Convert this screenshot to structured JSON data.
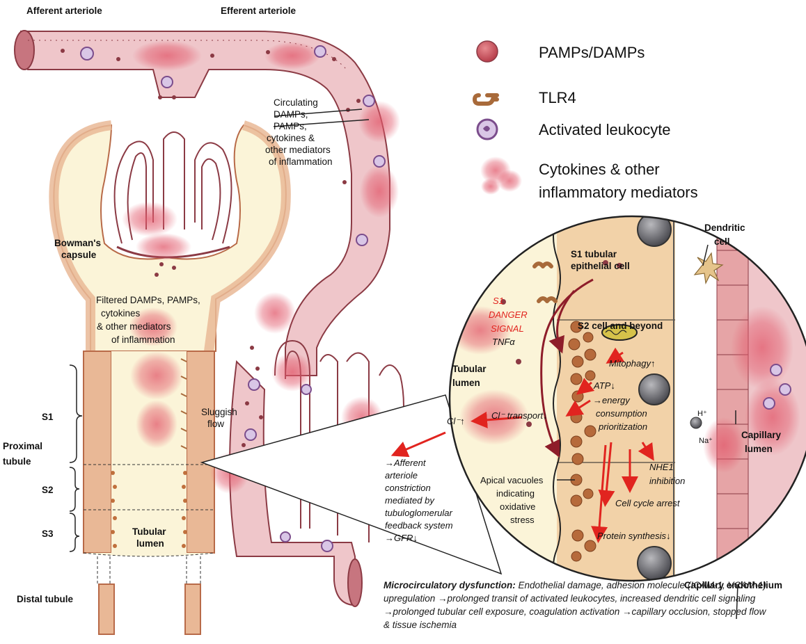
{
  "colors": {
    "vessel": "#efc6ca",
    "vessel_stroke": "#8b3a44",
    "tubule_cell": "#e9b896",
    "capsule_space": "#fbf4d8",
    "cytokine": "#e25a6c",
    "pamp": "#c7505c",
    "tlr4": "#a86a3a",
    "leukocyte": "#7b4d8c",
    "arrow_red": "#e1241f",
    "dark_arrow": "#8e1d2a"
  },
  "labels": {
    "afferent": "Afferent arteriole",
    "efferent": "Efferent arteriole",
    "circulating": [
      "Circulating",
      "DAMPs,",
      "PAMPs,",
      "cytokines &",
      "other mediators",
      "of inflammation"
    ],
    "bowman": [
      "Bowman's",
      "capsule"
    ],
    "filtered": [
      "Filtered DAMPs, PAMPs,",
      "cytokines",
      "& other mediators",
      "of  inflammation"
    ],
    "sluggish": [
      "Sluggish",
      "flow"
    ],
    "s1": "S1",
    "s2": "S2",
    "s3": "S3",
    "proximal": [
      "Proximal",
      "tubule"
    ],
    "tubular_lumen": [
      "Tubular",
      "lumen"
    ],
    "distal": "Distal tubule",
    "afferent_constriction": [
      "→Afferent",
      "arteriole",
      "constriction",
      "mediated by",
      "tubuloglomerular",
      "feedback system",
      "→GFR↓"
    ]
  },
  "legend": {
    "pamps": "PAMPs/DAMPs",
    "tlr4": "TLR4",
    "leukocyte": "Activated leukocyte",
    "cytokines": [
      "Cytokines & other",
      "inflammatory mediators"
    ]
  },
  "inset": {
    "s1_cell": [
      "S1 tubular",
      "epithelial cell"
    ],
    "danger": [
      "S1",
      "DANGER",
      "SIGNAL"
    ],
    "tnf": "TNFα",
    "s2_cell": "S2 cell and beyond",
    "mitophagy": "Mitophagy↑",
    "atp": "ATP↓",
    "energy": [
      "→energy",
      "consumption",
      "prioritization"
    ],
    "tubular_lumen": [
      "Tubular",
      "lumen"
    ],
    "cl_up": "Cl⁻↑",
    "cl_transport": "Cl⁻ transport↓",
    "h_plus": "H⁺",
    "na_plus": "Na⁺",
    "nhe1": [
      "NHE1",
      "inhibition"
    ],
    "cell_cycle": "Cell cycle arrest",
    "apical": [
      "Apical vacuoles",
      "indicating",
      "oxidative",
      "stress"
    ],
    "protein": "Protein synthesis↓",
    "dendritic": [
      "Dendritic",
      "cell"
    ],
    "capillary_lumen": [
      "Capillary",
      "lumen"
    ],
    "capillary_endothelium": "Capillary endothelium"
  },
  "footnote": {
    "title": "Microcirculatory dysfunction:",
    "body": " Endothelial damage, adhesion molecule (ICAM-1, VCAM-1) upregulation →prolonged transit of activated leukocytes, increased dendritic cell signaling →prolonged tubular cell exposure, coagulation activation →capillary occlusion, stopped flow & tissue ischemia"
  }
}
